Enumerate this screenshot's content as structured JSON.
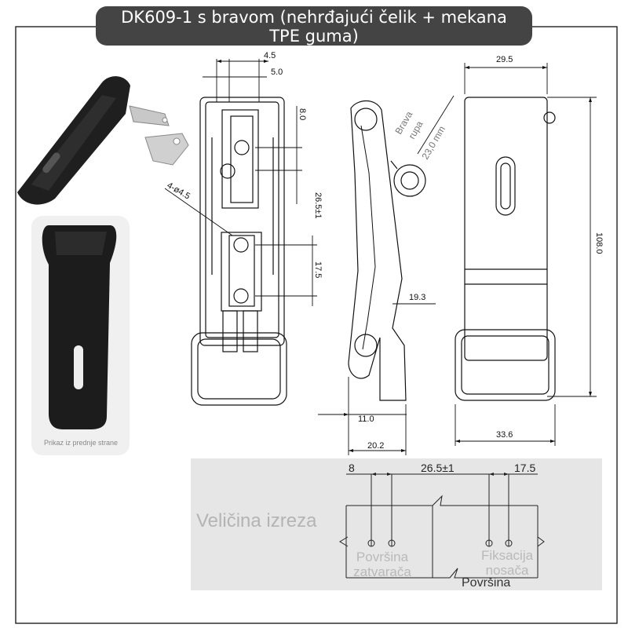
{
  "header": {
    "title_line1": "DK609-1 s bravom (nehrđajući čelik + mekana",
    "title_line2": "TPE guma)"
  },
  "photos": {
    "front_caption": "Prikaz iz prednje strane"
  },
  "dimensions": {
    "d_4_5": "4.5",
    "d_5_0": "5.0",
    "d_8_0": "8.0",
    "d_26_5": "26.5±1",
    "d_17_5": "17.5",
    "holes": "4-ø4.5",
    "d_29_5": "29.5",
    "d_108": "108.0",
    "d_19_3": "19.3",
    "d_11_0": "11.0",
    "d_20_2": "20.2",
    "d_33_6": "33.6",
    "lock_label": "Brava",
    "lock_hole": "rupa",
    "lock_dia": "23,0 mm"
  },
  "cutout": {
    "title": "Veličina izreza",
    "dim_8": "8",
    "dim_26_5": "26.5±1",
    "dim_17_5": "17.5",
    "closer_surface": "Površina zatvarača",
    "bracket_fixing": "Fiksacija nosača",
    "surface": "Površina"
  }
}
